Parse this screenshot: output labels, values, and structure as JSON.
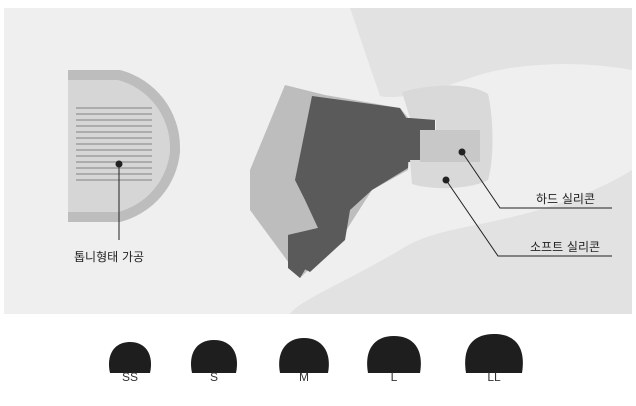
{
  "labels": {
    "comb_groove": "톱니형태 가공",
    "hard_silicone": "하드 실리콘",
    "soft_silicone": "소프트 실리콘"
  },
  "sizes": [
    "SS",
    "S",
    "M",
    "L",
    "LL"
  ],
  "colors": {
    "panel_bg": "#efefef",
    "body_dark": "#5a5a5a",
    "body_light": "#b7b7b7",
    "tip_light": "#d9d9d9",
    "eartip_black": "#1e1e1e"
  }
}
